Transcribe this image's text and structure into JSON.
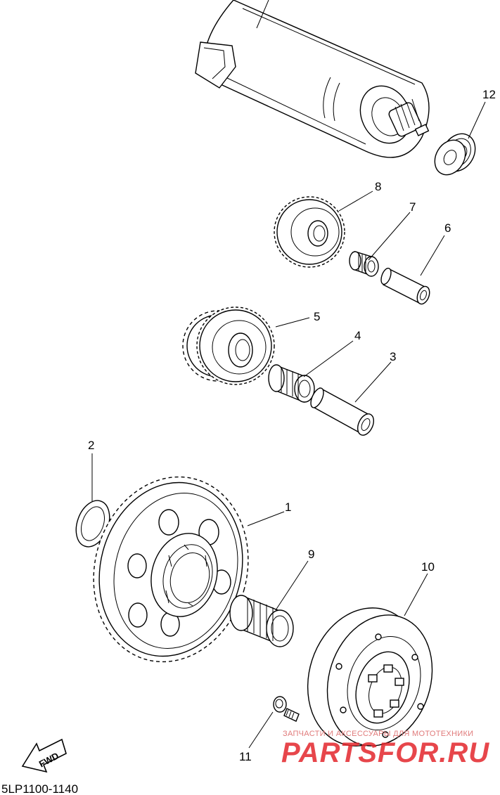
{
  "callouts": [
    {
      "num": "1",
      "part": "starter clutch gear"
    },
    {
      "num": "2",
      "part": "washer"
    },
    {
      "num": "3",
      "part": "shaft"
    },
    {
      "num": "4",
      "part": "needle bearing"
    },
    {
      "num": "5",
      "part": "idler gear"
    },
    {
      "num": "6",
      "part": "shaft"
    },
    {
      "num": "7",
      "part": "needle bearing"
    },
    {
      "num": "8",
      "part": "idler gear"
    },
    {
      "num": "9",
      "part": "needle bearing"
    },
    {
      "num": "10",
      "part": "starter clutch assembly"
    },
    {
      "num": "11",
      "part": "bolt"
    },
    {
      "num": "12",
      "part": "bearing"
    }
  ],
  "fwd_label": "FWD",
  "diagram_code": "5LP1100-1140",
  "watermark": {
    "tagline": "ЗАПЧАСТИ И АКСЕССУАРЫ ДЛЯ МОТОТЕХНИКИ",
    "brand": "PARTSFOR.RU",
    "color": "#e3262b"
  },
  "icons": [
    "fwd-arrow-icon"
  ]
}
